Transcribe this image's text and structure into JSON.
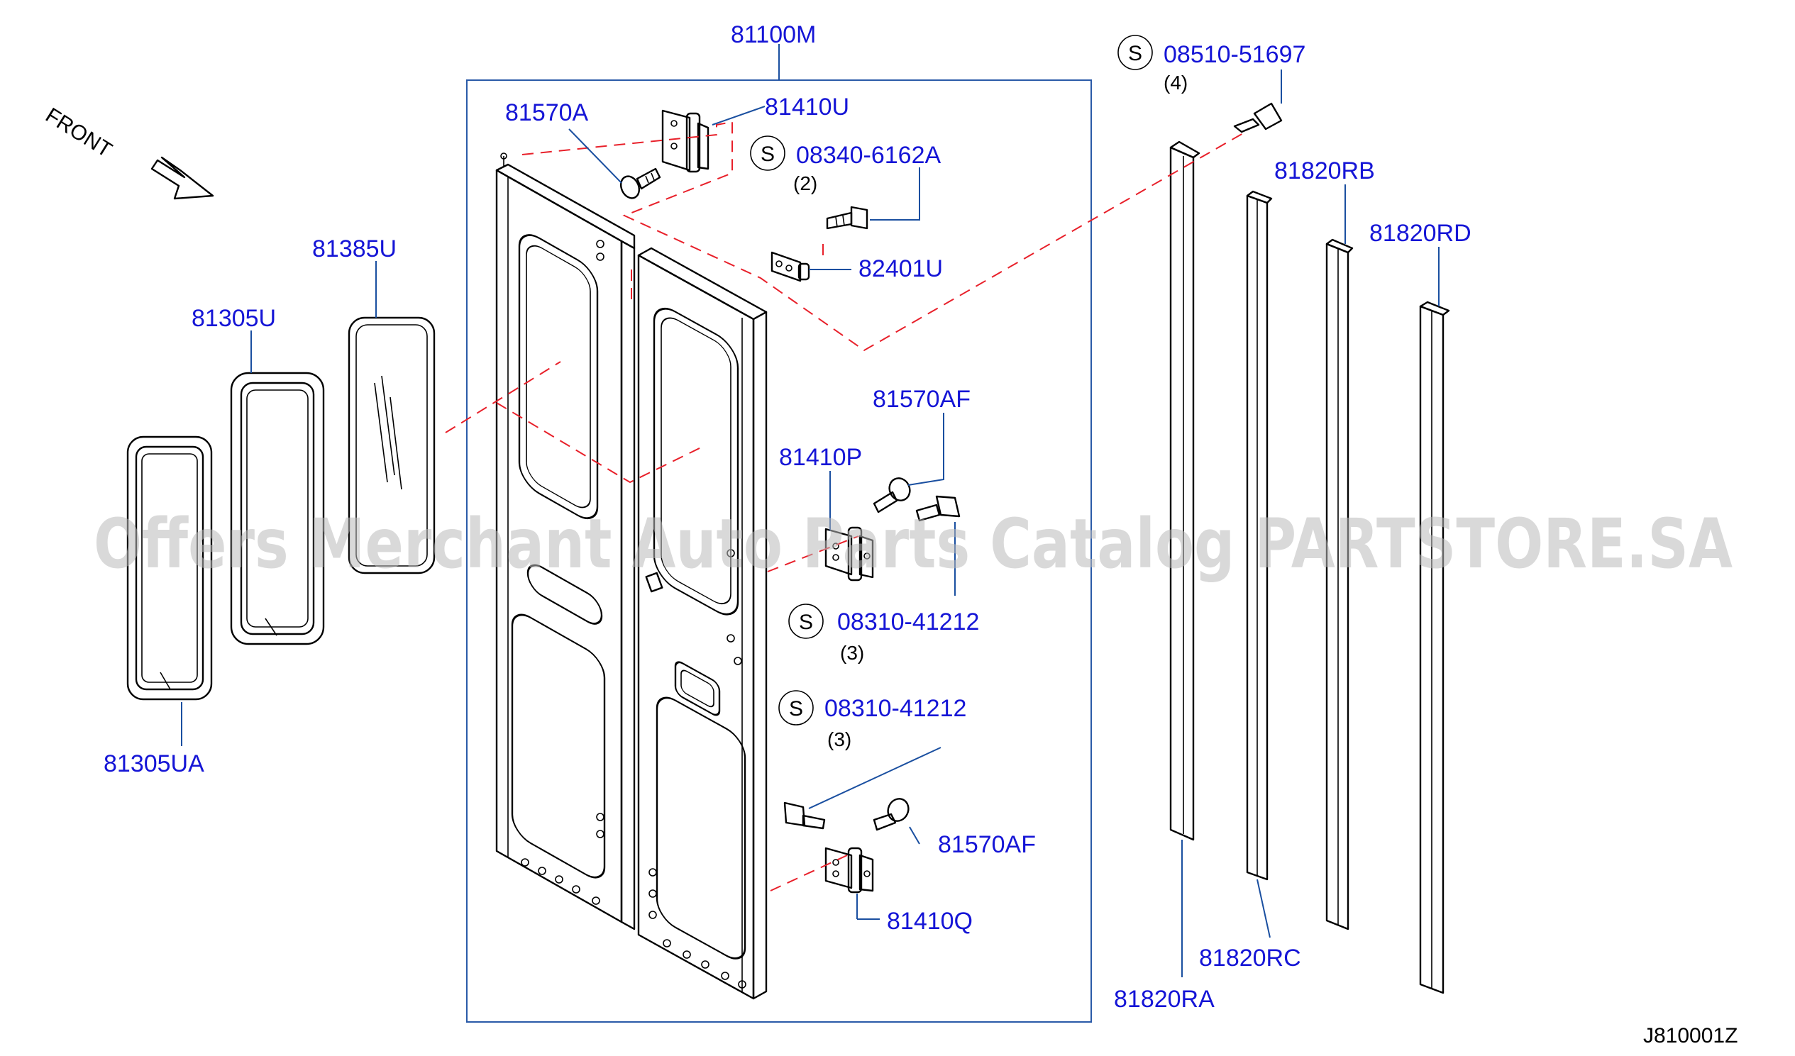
{
  "diagram": {
    "front_label": "FRONT",
    "drawing_code": "J810001Z",
    "watermark": "Offers Merchant Auto Parts Catalog PARTSTORE.SA",
    "standard_symbol": "S",
    "colors": {
      "label_text": "#1515d6",
      "leader_line": "#1a4fa0",
      "phantom_line": "#e8202a",
      "outline": "#000000"
    },
    "parts": {
      "p81100M": "81100M",
      "p81570A": "81570A",
      "p81410U": "81410U",
      "p08340": "08340-6162A",
      "p08340_qty": "(2)",
      "p82401U": "82401U",
      "p08510": "08510-51697",
      "p08510_qty": "(4)",
      "p81820RB": "81820RB",
      "p81820RD": "81820RD",
      "p81385U": "81385U",
      "p81305U": "81305U",
      "p81305UA": "81305UA",
      "p81570AF_top": "81570AF",
      "p81410P": "81410P",
      "p08310_a": "08310-41212",
      "p08310_a_qty": "(3)",
      "p08310_b": "08310-41212",
      "p08310_b_qty": "(3)",
      "p81570AF_bottom": "81570AF",
      "p81410Q": "81410Q",
      "p81820RC": "81820RC",
      "p81820RA": "81820RA"
    }
  }
}
